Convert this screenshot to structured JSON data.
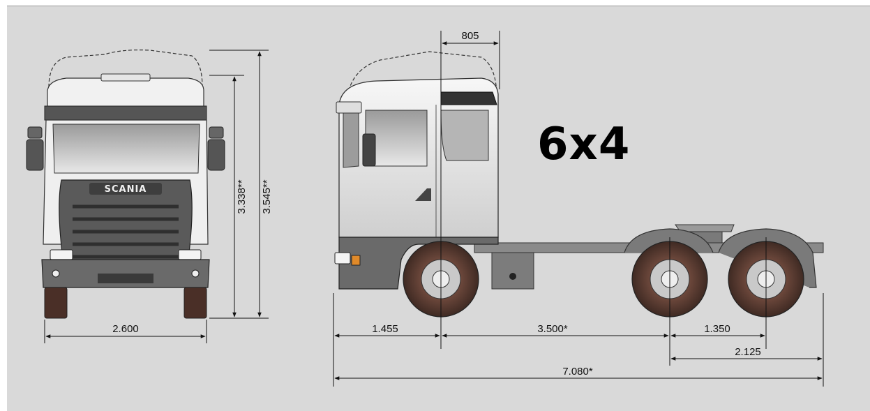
{
  "configuration_label": "6x4",
  "brand_badge": "SCANIA",
  "front_view": {
    "overall_width": "2.600",
    "cab_height": "3.338**",
    "height_with_roof": "3.545**"
  },
  "side_view": {
    "roof_overhang": "805",
    "front_overhang": "1.455",
    "wheelbase": "3.500*",
    "bogie_spacing": "1.350",
    "rear_overhang": "2.125",
    "overall_length": "7.080*"
  },
  "colors": {
    "background": "#d9d9d9",
    "cab_white": "#f2f2f2",
    "chassis_grey": "#6e6e6e",
    "tire_brown": "#5a3a30",
    "grille_dark": "#4a4a4a"
  }
}
